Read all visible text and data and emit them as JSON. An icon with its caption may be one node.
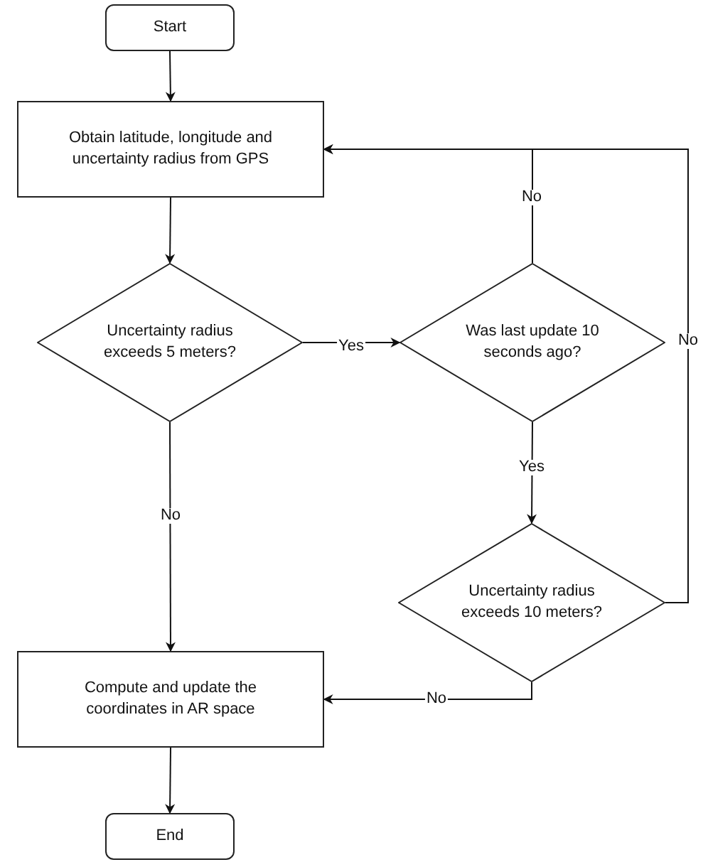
{
  "diagram": {
    "nodes": [
      {
        "text": [
          "Start"
        ]
      },
      {
        "text": [
          "Obtain latitude, longitude and uncertainty radius from GPS"
        ]
      },
      {
        "text": [
          "Uncertainty radius exceeds 5 meters?"
        ]
      },
      {
        "text": [
          "Was last update 10 seconds ago?"
        ]
      },
      {
        "text": [
          "Uncertainty radius exceeds 10 meters?"
        ]
      },
      {
        "text": [
          "Compute and update the coordinates in AR space"
        ]
      },
      {
        "text": [
          "End"
        ]
      }
    ],
    "edges": [
      {
        "from": 0,
        "to": 1,
        "arrow": "to"
      },
      {
        "from": 1,
        "to": 2,
        "arrow": "to"
      },
      {
        "from": 2,
        "to": 3,
        "arrow": "to",
        "label": "Yes"
      },
      {
        "from": 3,
        "to": 1,
        "arrow": "to",
        "label": "No"
      },
      {
        "from": 3,
        "to": 4,
        "arrow": "to",
        "label": "Yes"
      },
      {
        "from": 4,
        "to": 1,
        "arrow": "to",
        "label": "No"
      },
      {
        "from": 4,
        "to": 5,
        "arrow": "to",
        "label": "No"
      },
      {
        "from": 2,
        "to": 5,
        "arrow": "to",
        "label": "No"
      },
      {
        "from": 5,
        "to": 6,
        "arrow": "to"
      }
    ]
  }
}
